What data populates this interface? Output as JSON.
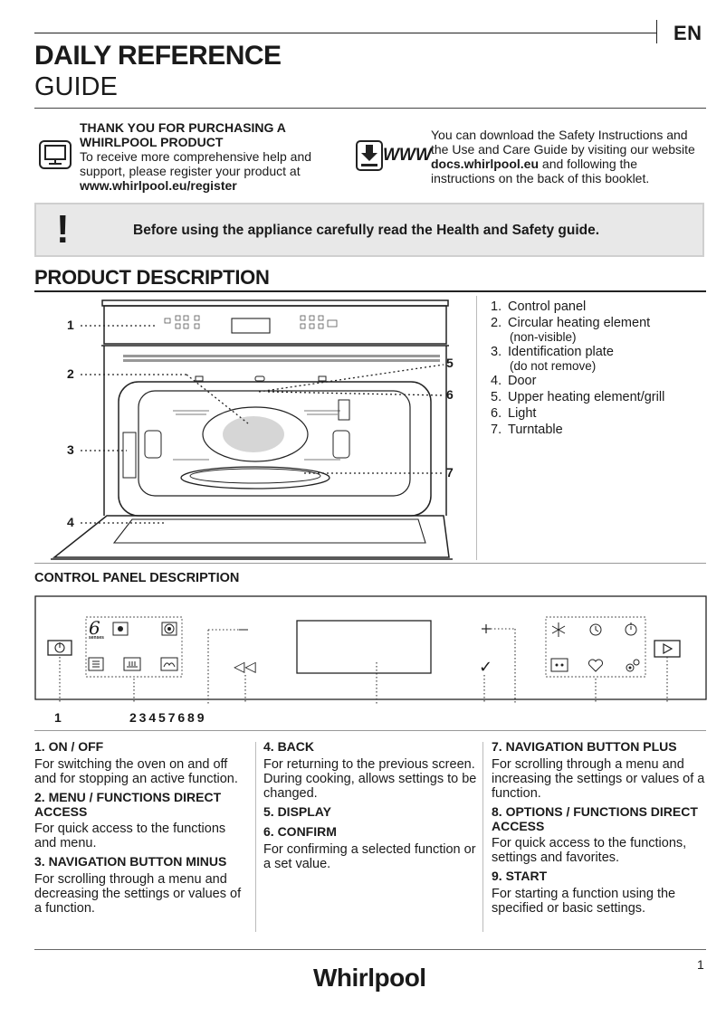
{
  "header": {
    "lang": "EN",
    "title_bold": "DAILY REFERENCE",
    "title_light": "GUIDE"
  },
  "intro": {
    "left_heading": "THANK YOU FOR PURCHASING A WHIRLPOOL PRODUCT",
    "left_body": "To receive more comprehensive help and support, please register your product at",
    "left_link": "www.whirlpool.eu/register",
    "www_label": "WWW",
    "right_body_a": "You can download the Safety Instructions and the Use and Care Guide by visiting our website",
    "right_link": "docs.whirlpool.eu",
    "right_body_b": "and following the instructions on the back of this booklet."
  },
  "warning": {
    "mark": "!",
    "text": "Before using the appliance carefully read the Health and Safety guide."
  },
  "product": {
    "title": "PRODUCT DESCRIPTION",
    "callouts": [
      "1",
      "2",
      "3",
      "4",
      "5",
      "6",
      "7"
    ],
    "items": [
      {
        "num": "1.",
        "label": "Control panel",
        "sub": ""
      },
      {
        "num": "2.",
        "label": "Circular heating element",
        "sub": "(non-visible)"
      },
      {
        "num": "3.",
        "label": "Identification plate",
        "sub": "(do not remove)"
      },
      {
        "num": "4.",
        "label": "Door",
        "sub": ""
      },
      {
        "num": "5.",
        "label": "Upper heating element/grill",
        "sub": ""
      },
      {
        "num": "6.",
        "label": "Light",
        "sub": ""
      },
      {
        "num": "7.",
        "label": "Turntable",
        "sub": ""
      }
    ]
  },
  "control_panel": {
    "title": "CONTROL PANEL DESCRIPTION",
    "label_left": "1",
    "label_group": "2 3 4 5 7 6 8 9",
    "senses_num": "6",
    "senses_text": "senses",
    "columns": [
      [
        {
          "h": "1. ON / OFF",
          "p": [
            "For switching the oven on and off and for stopping an active function."
          ]
        },
        {
          "h": "2. MENU / FUNCTIONS DIRECT ACCESS",
          "p": [
            "For quick access to the functions and menu."
          ]
        },
        {
          "h": "3. NAVIGATION BUTTON MINUS",
          "p": [
            "For scrolling through a menu and decreasing the settings or values of a function."
          ]
        }
      ],
      [
        {
          "h": "4. BACK",
          "p": [
            "For returning to the previous screen.",
            "During cooking, allows settings to be changed."
          ]
        },
        {
          "h": "5. DISPLAY",
          "p": []
        },
        {
          "h": "6. CONFIRM",
          "p": [
            "For confirming a selected function or a set value."
          ]
        }
      ],
      [
        {
          "h": "7. NAVIGATION BUTTON PLUS",
          "p": [
            "For scrolling through a menu and increasing the settings or values of a function."
          ]
        },
        {
          "h": "8. OPTIONS / FUNCTIONS DIRECT ACCESS",
          "p": [
            "For quick access to the functions, settings and favorites."
          ]
        },
        {
          "h": "9. START",
          "p": [
            "For starting a function using the specified or basic settings."
          ]
        }
      ]
    ]
  },
  "footer": {
    "page": "1",
    "brand": "Whirlpool"
  },
  "icons": [
    "monitor-icon",
    "download-icon",
    "warning-icon",
    "power-icon",
    "menu-icon",
    "back-icon",
    "confirm-icon",
    "play-icon",
    "clock-icon",
    "timer-icon",
    "heart-icon",
    "settings-icon",
    "fan-icon",
    "grill-icon"
  ]
}
